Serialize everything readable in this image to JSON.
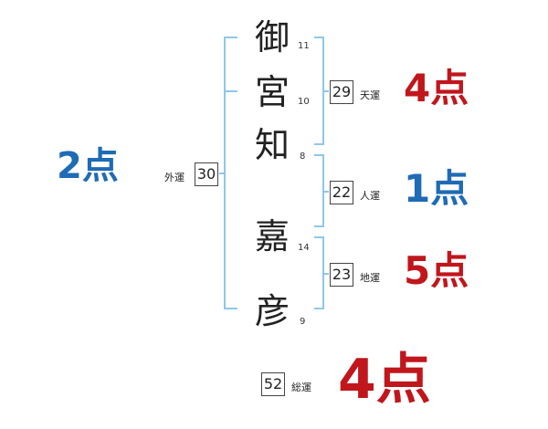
{
  "name": {
    "chars": [
      {
        "char": "御",
        "strokes": "11"
      },
      {
        "char": "宮",
        "strokes": "10"
      },
      {
        "char": "知",
        "strokes": "8"
      },
      {
        "char": "嘉",
        "strokes": "14"
      },
      {
        "char": "彦",
        "strokes": "9"
      }
    ]
  },
  "fortunes": {
    "outer": {
      "label": "外運",
      "value": "30",
      "score": "2点"
    },
    "heaven": {
      "label": "天運",
      "value": "29",
      "score": "4点"
    },
    "person": {
      "label": "人運",
      "value": "22",
      "score": "1点"
    },
    "earth": {
      "label": "地運",
      "value": "23",
      "score": "5点"
    },
    "total": {
      "label": "総運",
      "value": "52",
      "score": "4点"
    }
  },
  "colors": {
    "bracket": "#8ec7e8",
    "score_red": "#c0161c",
    "score_blue": "#1f6bb5"
  }
}
